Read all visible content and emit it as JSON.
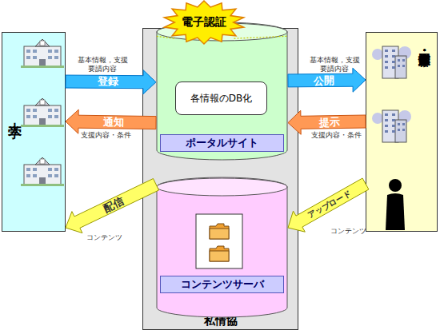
{
  "diagram": {
    "nodes": [
      {
        "text": [
          "電子認証"
        ]
      },
      {
        "text": [
          "大学"
        ]
      },
      {
        "text": [
          "私情協"
        ]
      },
      {
        "text": [
          "ポータルサイト"
        ],
        "in": 2
      },
      {
        "text": [
          "各情報のDB化"
        ],
        "in": 3
      },
      {
        "text": [
          "コンテンツサーバ"
        ],
        "in": 2
      },
      {
        "text": [
          "企業・官庁・団体・個人"
        ]
      }
    ],
    "edges": [
      {
        "from": 1,
        "to": 3,
        "label": "登録",
        "arrow": "to"
      },
      {
        "from": 3,
        "to": 1,
        "label": "通知",
        "arrow": "to"
      },
      {
        "from": 3,
        "to": 6,
        "label": "公開",
        "arrow": "to"
      },
      {
        "from": 6,
        "to": 3,
        "label": "提示",
        "arrow": "to"
      },
      {
        "from": 6,
        "to": 5,
        "label": "アップロード",
        "arrow": "to"
      },
      {
        "from": 5,
        "to": 1,
        "label": "配信",
        "arrow": "to"
      },
      {
        "from": 0,
        "to": 3,
        "arrow": "none"
      },
      {
        "from": 0,
        "to": 3,
        "arrow": "none"
      }
    ],
    "labels": [
      "基本情報，支援 要請内容",
      "基本情報，支援 要請内容",
      "支援内容・条件",
      "支援内容・条件",
      "コンテンツ",
      "コンテンツ"
    ]
  }
}
